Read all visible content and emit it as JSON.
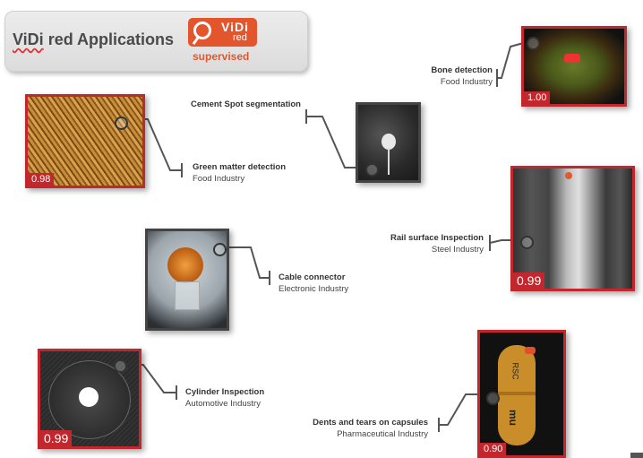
{
  "header": {
    "title_prefix": "ViDi",
    "title_rest": " red Applications",
    "logo_vidi": "ViDi",
    "logo_red": "red",
    "mode": "supervised"
  },
  "colors": {
    "accent": "#e3552c",
    "frame_red": "#c1272d",
    "frame_dark": "#555555"
  },
  "applications": [
    {
      "title": "Bone detection",
      "industry": "Food Industry",
      "score": "1.00"
    },
    {
      "title": "Cement Spot segmentation",
      "industry": ""
    },
    {
      "title": "Green matter detection",
      "industry": "Food Industry",
      "score": "0.98"
    },
    {
      "title": "Rail surface Inspection",
      "industry": "Steel  Industry",
      "score": "0.99"
    },
    {
      "title": "Cable connector",
      "industry": "Electronic Industry"
    },
    {
      "title": "Cylinder Inspection",
      "industry": "Automotive Industry",
      "score": "0.99"
    },
    {
      "title": "Dents and tears on capsules",
      "industry": "Pharmaceutical  Industry",
      "score": "0.90"
    }
  ],
  "capsule_text": {
    "top": "RSC",
    "bottom": "mu"
  }
}
